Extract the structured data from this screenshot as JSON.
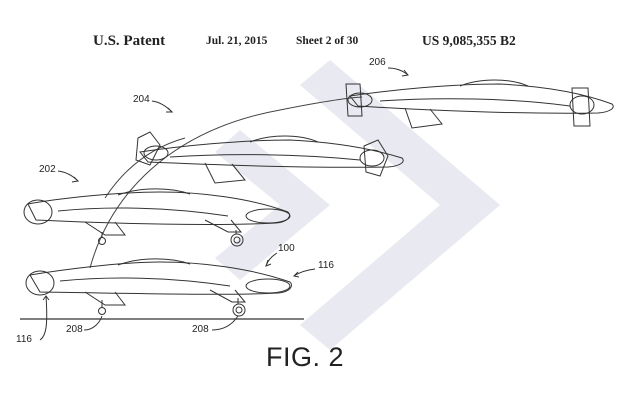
{
  "header": {
    "patent": "U.S. Patent",
    "date": "Jul. 21, 2015",
    "sheet": "Sheet 2 of 30",
    "number": "US 9,085,355 B2"
  },
  "figure": {
    "label": "FIG. 2"
  },
  "refs": {
    "r206": "206",
    "r204": "204",
    "r202": "202",
    "r100": "100",
    "r116a": "116",
    "r116b": "116",
    "r208a": "208",
    "r208b": "208"
  },
  "colors": {
    "ink": "#333333",
    "watermark": "#e9e9f1"
  }
}
